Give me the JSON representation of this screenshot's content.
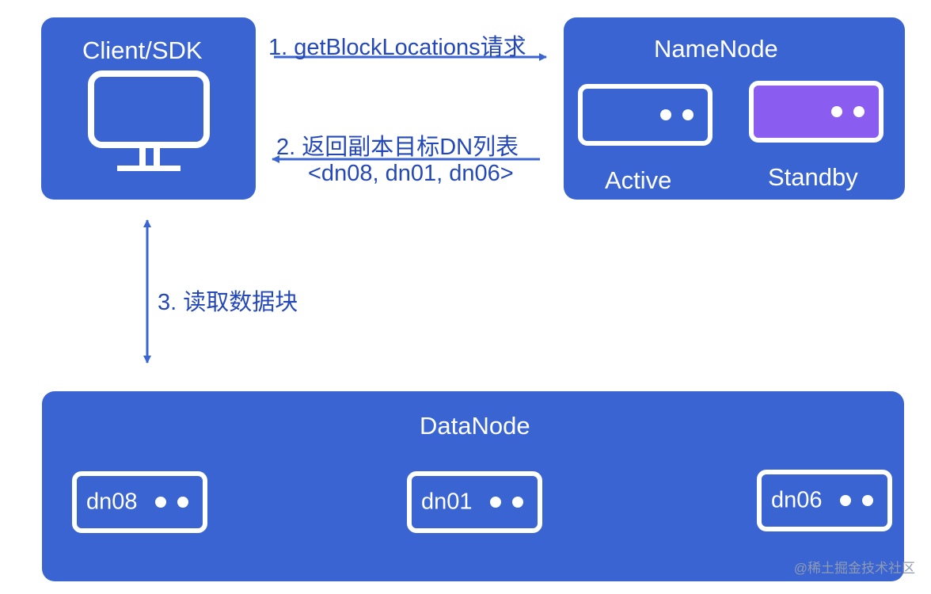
{
  "client": {
    "title": "Client/SDK",
    "icon": "monitor-icon"
  },
  "namenode": {
    "title": "NameNode",
    "active": {
      "label": "Active",
      "color": "#3a64d1"
    },
    "standby": {
      "label": "Standby",
      "color": "#8a5cf0"
    }
  },
  "arrows": {
    "request": "1. getBlockLocations请求",
    "response_line1": "2. 返回副本目标DN列表",
    "response_line2": "<dn08, dn01, dn06>",
    "read": "3. 读取数据块"
  },
  "datanode": {
    "title": "DataNode",
    "nodes": [
      "dn08",
      "dn01",
      "dn06"
    ]
  },
  "watermark": "@稀土掘金技术社区",
  "colors": {
    "panel": "#3a64d1",
    "arrow": "#2448b8",
    "standby": "#8a5cf0"
  }
}
